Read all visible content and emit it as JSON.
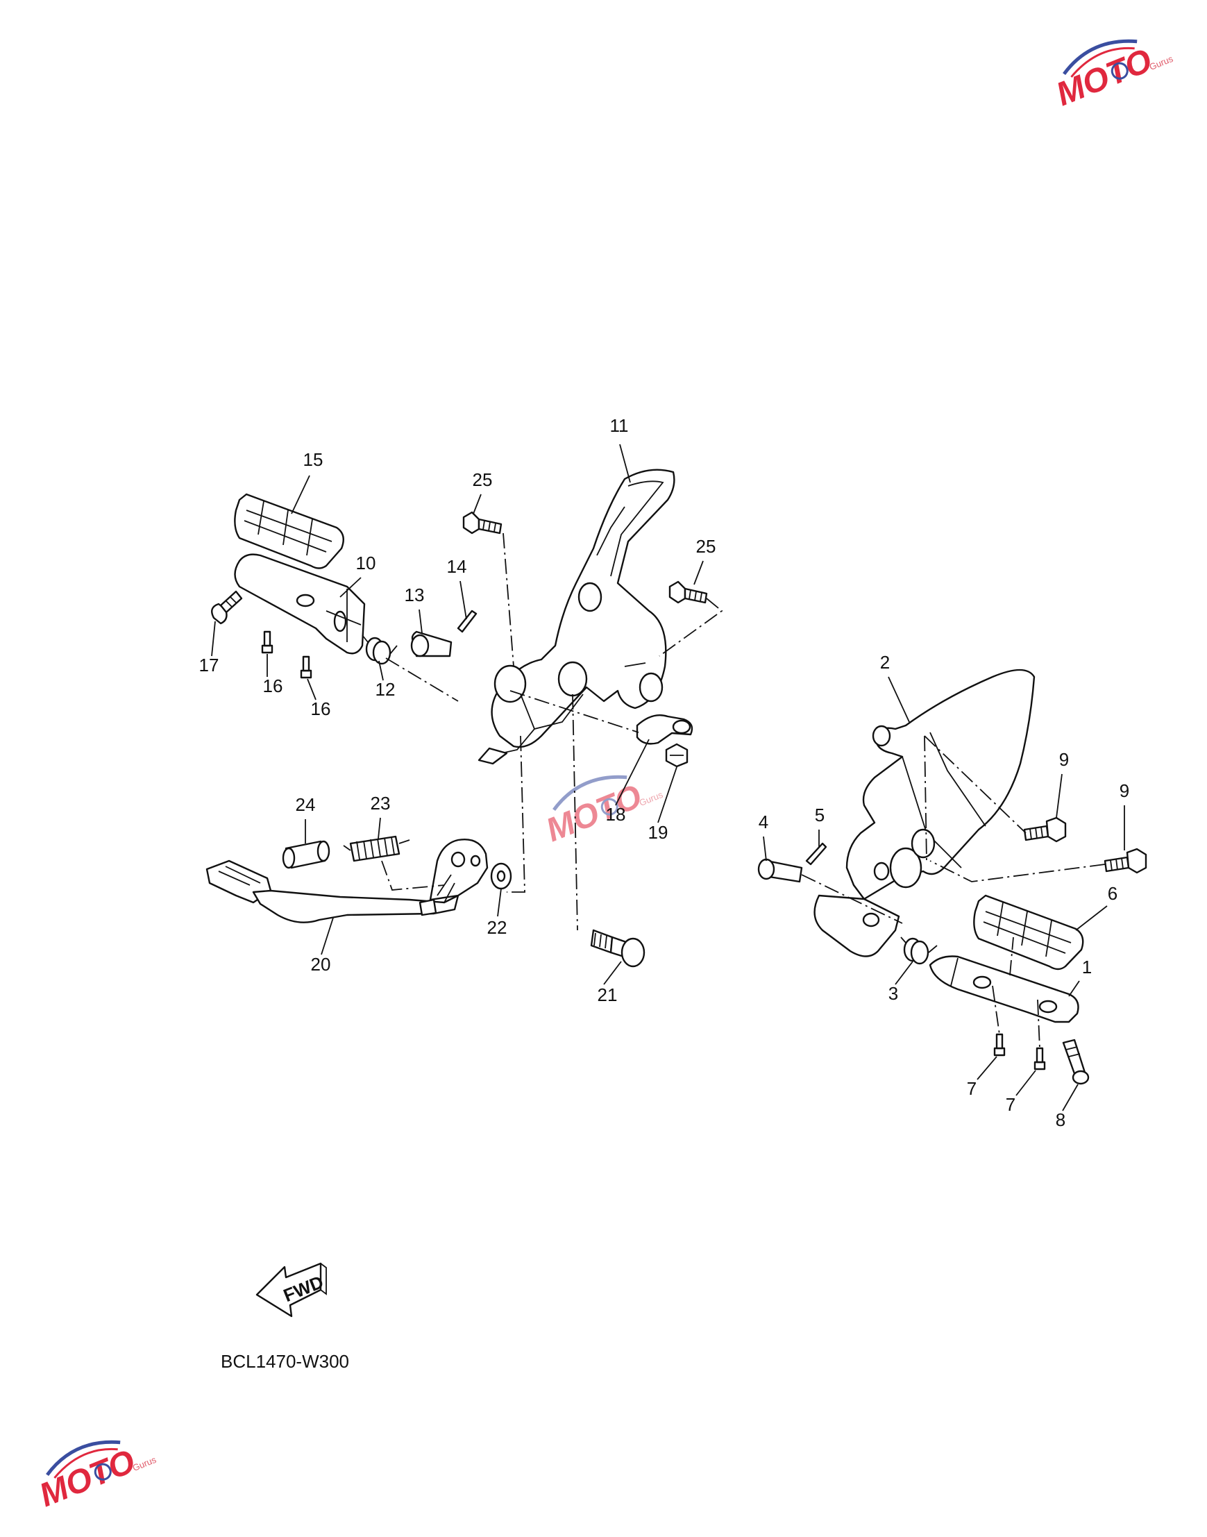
{
  "diagram_code": "BCL1470-W300",
  "direction_badge": "FWD",
  "watermark": {
    "brand": "MOTO",
    "tagline": "Gurus",
    "colors": {
      "primary": "#e0283e",
      "secondary": "#3a4ea0"
    }
  },
  "callouts": [
    "1",
    "2",
    "3",
    "4",
    "5",
    "6",
    "7",
    "7",
    "8",
    "9",
    "9",
    "10",
    "11",
    "12",
    "13",
    "14",
    "15",
    "16",
    "16",
    "17",
    "18",
    "19",
    "20",
    "21",
    "22",
    "23",
    "24",
    "25",
    "25"
  ],
  "colors": {
    "line": "#111111",
    "background": "#ffffff"
  }
}
